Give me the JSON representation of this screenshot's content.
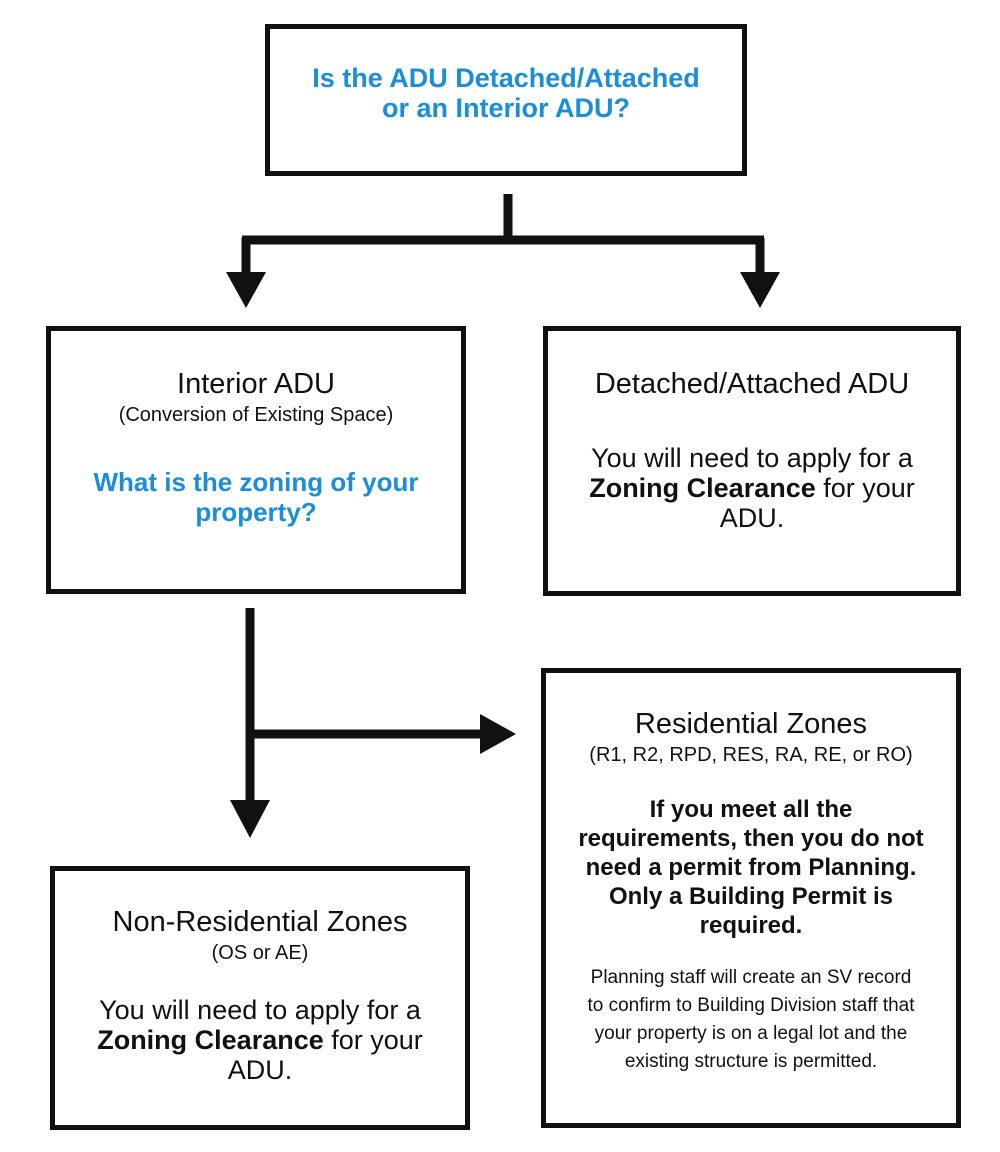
{
  "top": {
    "question_line1": "Is the ADU Detached/Attached",
    "question_line2": "or an Interior ADU?"
  },
  "interior": {
    "title": "Interior ADU",
    "subtitle": "(Conversion of Existing Space)",
    "question_line1": "What is the zoning of your",
    "question_line2": "property?"
  },
  "detached": {
    "title": "Detached/Attached ADU",
    "line1": "You will need to apply for a",
    "line2_bold": "Zoning Clearance",
    "line2_rest": " for your",
    "line3": "ADU."
  },
  "residential": {
    "title": "Residential Zones",
    "subtitle": "(R1, R2, RPD, RES, RA, RE, or RO)",
    "bold_lines": [
      "If you meet all the",
      "requirements, then you do not",
      "need a permit from Planning.",
      "Only a Building Permit is",
      "required."
    ],
    "note_lines": [
      "Planning staff will create an SV record",
      "to confirm to Building Division staff that",
      "your property is on a legal lot and the",
      "existing structure is permitted."
    ]
  },
  "nonresidential": {
    "title": "Non-Residential Zones",
    "subtitle": "(OS or AE)",
    "line1": "You will need to apply for a",
    "line2_bold": "Zoning Clearance",
    "line2_rest": " for your",
    "line3": "ADU."
  },
  "colors": {
    "question_blue": "#1a8ddb",
    "stroke": "#111111"
  }
}
